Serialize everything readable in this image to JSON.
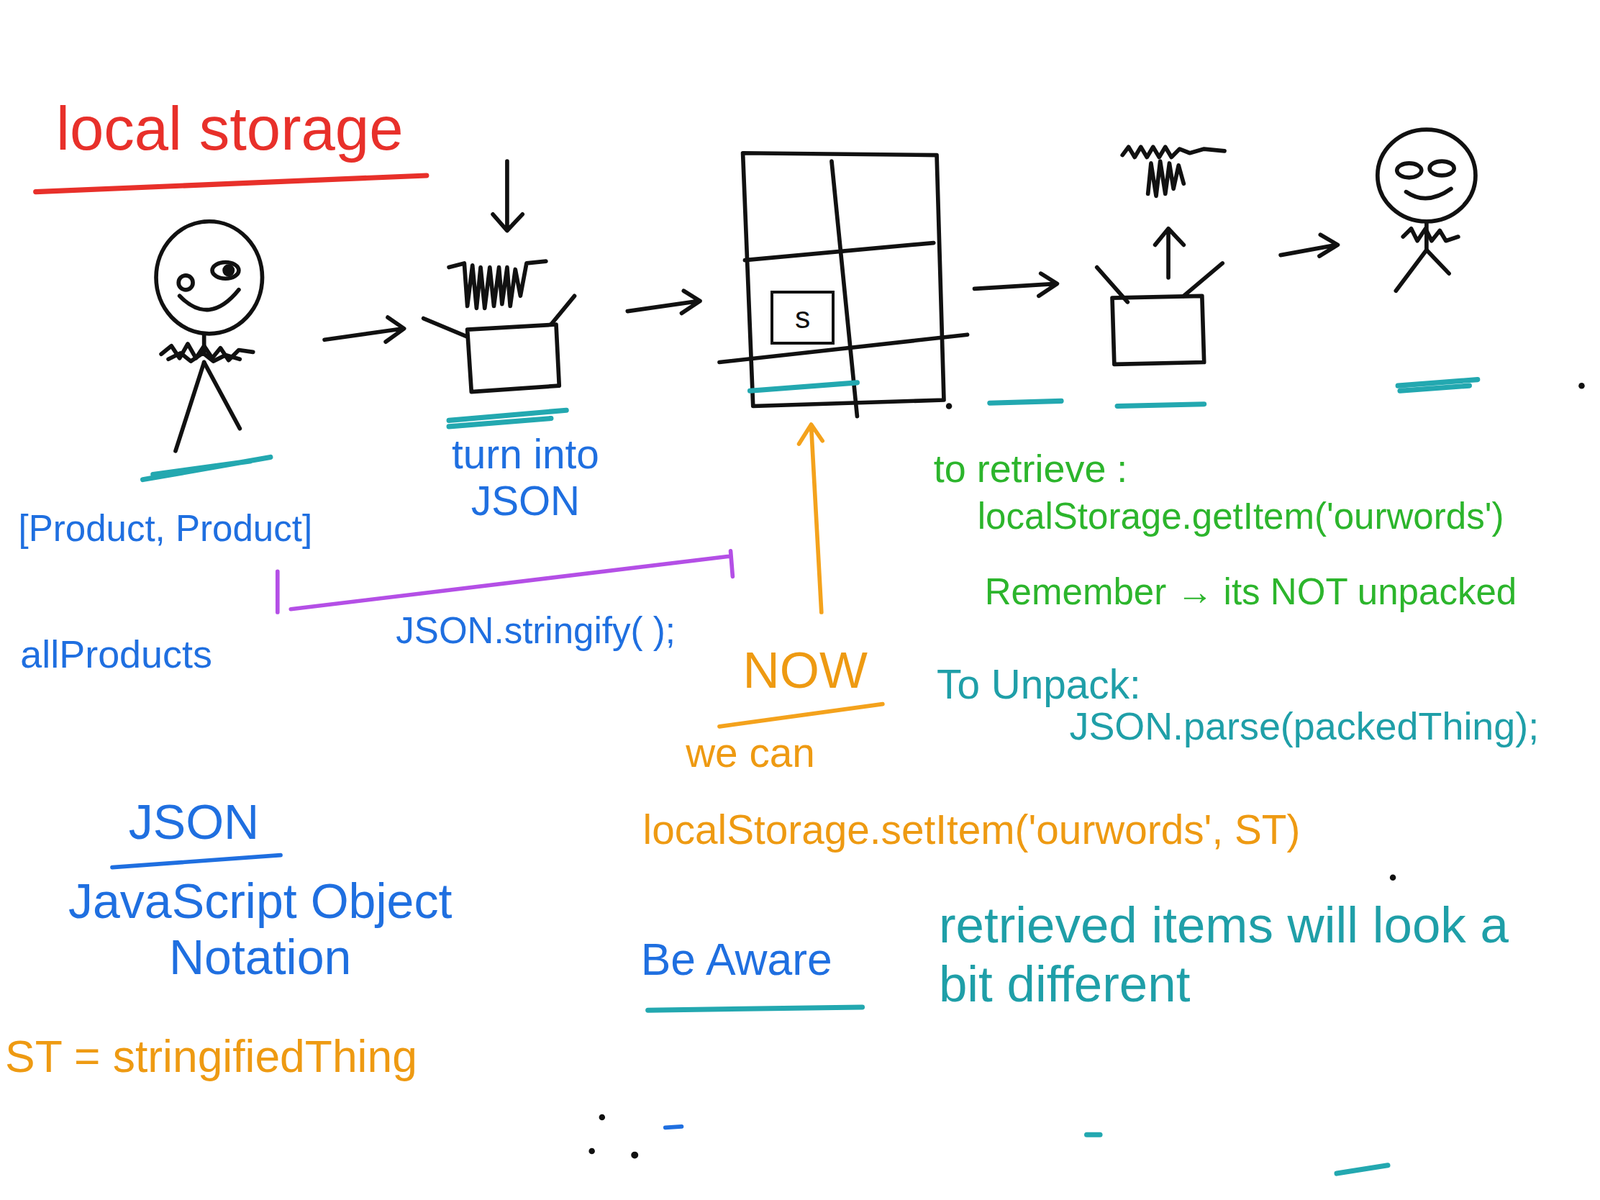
{
  "diagram": {
    "title": "local storage",
    "nodes": [
      {
        "text": [
          "s"
        ]
      }
    ],
    "labels": [
      "turn into JSON",
      "[Product, Product]",
      "to retrieve :",
      "localStorage.getItem('ourwords')",
      "Remember → its NOT unpacked",
      "JSON.stringify( );",
      "allProducts",
      "NOW",
      "To Unpack:",
      "JSON.parse(packedThing);",
      "we can",
      "JSON",
      "localStorage.setItem('ourwords', ST)",
      "JavaScript Object Notation",
      "Be Aware",
      "retrieved items will look a bit different",
      "ST = stringifiedThing"
    ]
  }
}
